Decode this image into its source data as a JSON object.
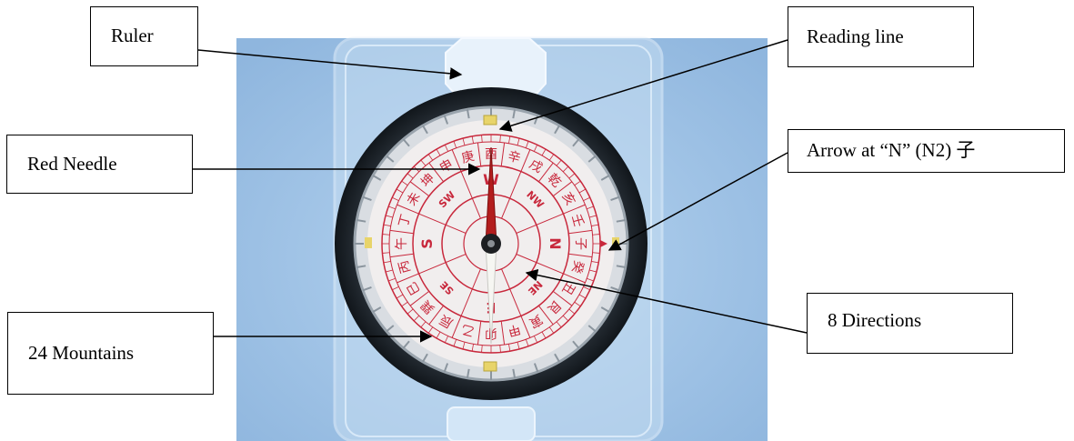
{
  "labels": {
    "ruler": "Ruler",
    "reading_line": "Reading line",
    "red_needle": "Red Needle",
    "arrow_at_n": "Arrow at “N” (N2) 子",
    "twenty_four_mountains": "24 Mountains",
    "eight_directions": "8 Directions"
  },
  "dial": {
    "directions": [
      "N",
      "NE",
      "E",
      "SE",
      "S",
      "SW",
      "W",
      "NW"
    ],
    "mountains": [
      "壬",
      "子",
      "癸",
      "丑",
      "艮",
      "寅",
      "甲",
      "卯",
      "乙",
      "辰",
      "巽",
      "巳",
      "丙",
      "午",
      "丁",
      "未",
      "坤",
      "申",
      "庚",
      "酉",
      "辛",
      "戌",
      "乾",
      "亥"
    ]
  },
  "colors": {
    "background": "#ffffff",
    "photo_blue": "#9ec2e6",
    "bezel": "#1f262d",
    "dial_face": "#f1eeee",
    "dial_red": "#c8283c",
    "needle_red": "#b31d1d",
    "needle_white": "#f6f6f2",
    "callout_border": "#000000"
  }
}
